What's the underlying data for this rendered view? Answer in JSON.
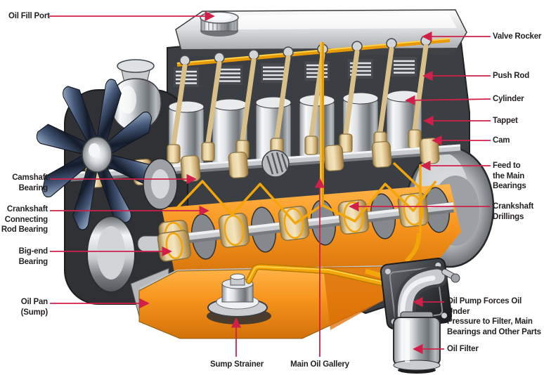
{
  "diagram": {
    "type": "engine-lubrication-cutaway",
    "colors": {
      "leader_line": "#d0204a",
      "label_text": "#262223",
      "oil_line_gold": "#f2a60a",
      "oil_orange": "#f7941d",
      "bearing_tan": "#e8d3a4",
      "fan_blue": "#46597a",
      "metal_light": "#e9ebed",
      "metal_dark": "#3b3e42",
      "background": "#ffffff"
    }
  },
  "labels": {
    "oil_fill_port": {
      "text": "Oil Fill Port"
    },
    "valve_rocker": {
      "text": "Valve Rocker"
    },
    "push_rod": {
      "text": "Push Rod"
    },
    "cylinder": {
      "text": "Cylinder"
    },
    "tappet": {
      "text": "Tappet"
    },
    "cam": {
      "text": "Cam"
    },
    "feed_to_main_bearings": {
      "text": "Feed to\nthe Main\nBearings"
    },
    "crankshaft_drillings": {
      "text": "Crankshaft\nDrillings"
    },
    "camshaft_bearing": {
      "text": "Camshaft\nBearing"
    },
    "crankshaft_connecting_rod_bearing": {
      "text": "Crankshaft\nConnecting\nRod Bearing"
    },
    "big_end_bearing": {
      "text": "Big-end\nBearing"
    },
    "oil_pan_sump": {
      "text": "Oil Pan\n(Sump)"
    },
    "sump_strainer": {
      "text": "Sump Strainer"
    },
    "main_oil_gallery": {
      "text": "Main Oil Gallery"
    },
    "oil_pump_note": {
      "text": "Oil Pump Forces Oil Under\nPressure to Filter, Main\nBearings and Other Parts"
    },
    "oil_filter": {
      "text": "Oil Filter"
    }
  }
}
